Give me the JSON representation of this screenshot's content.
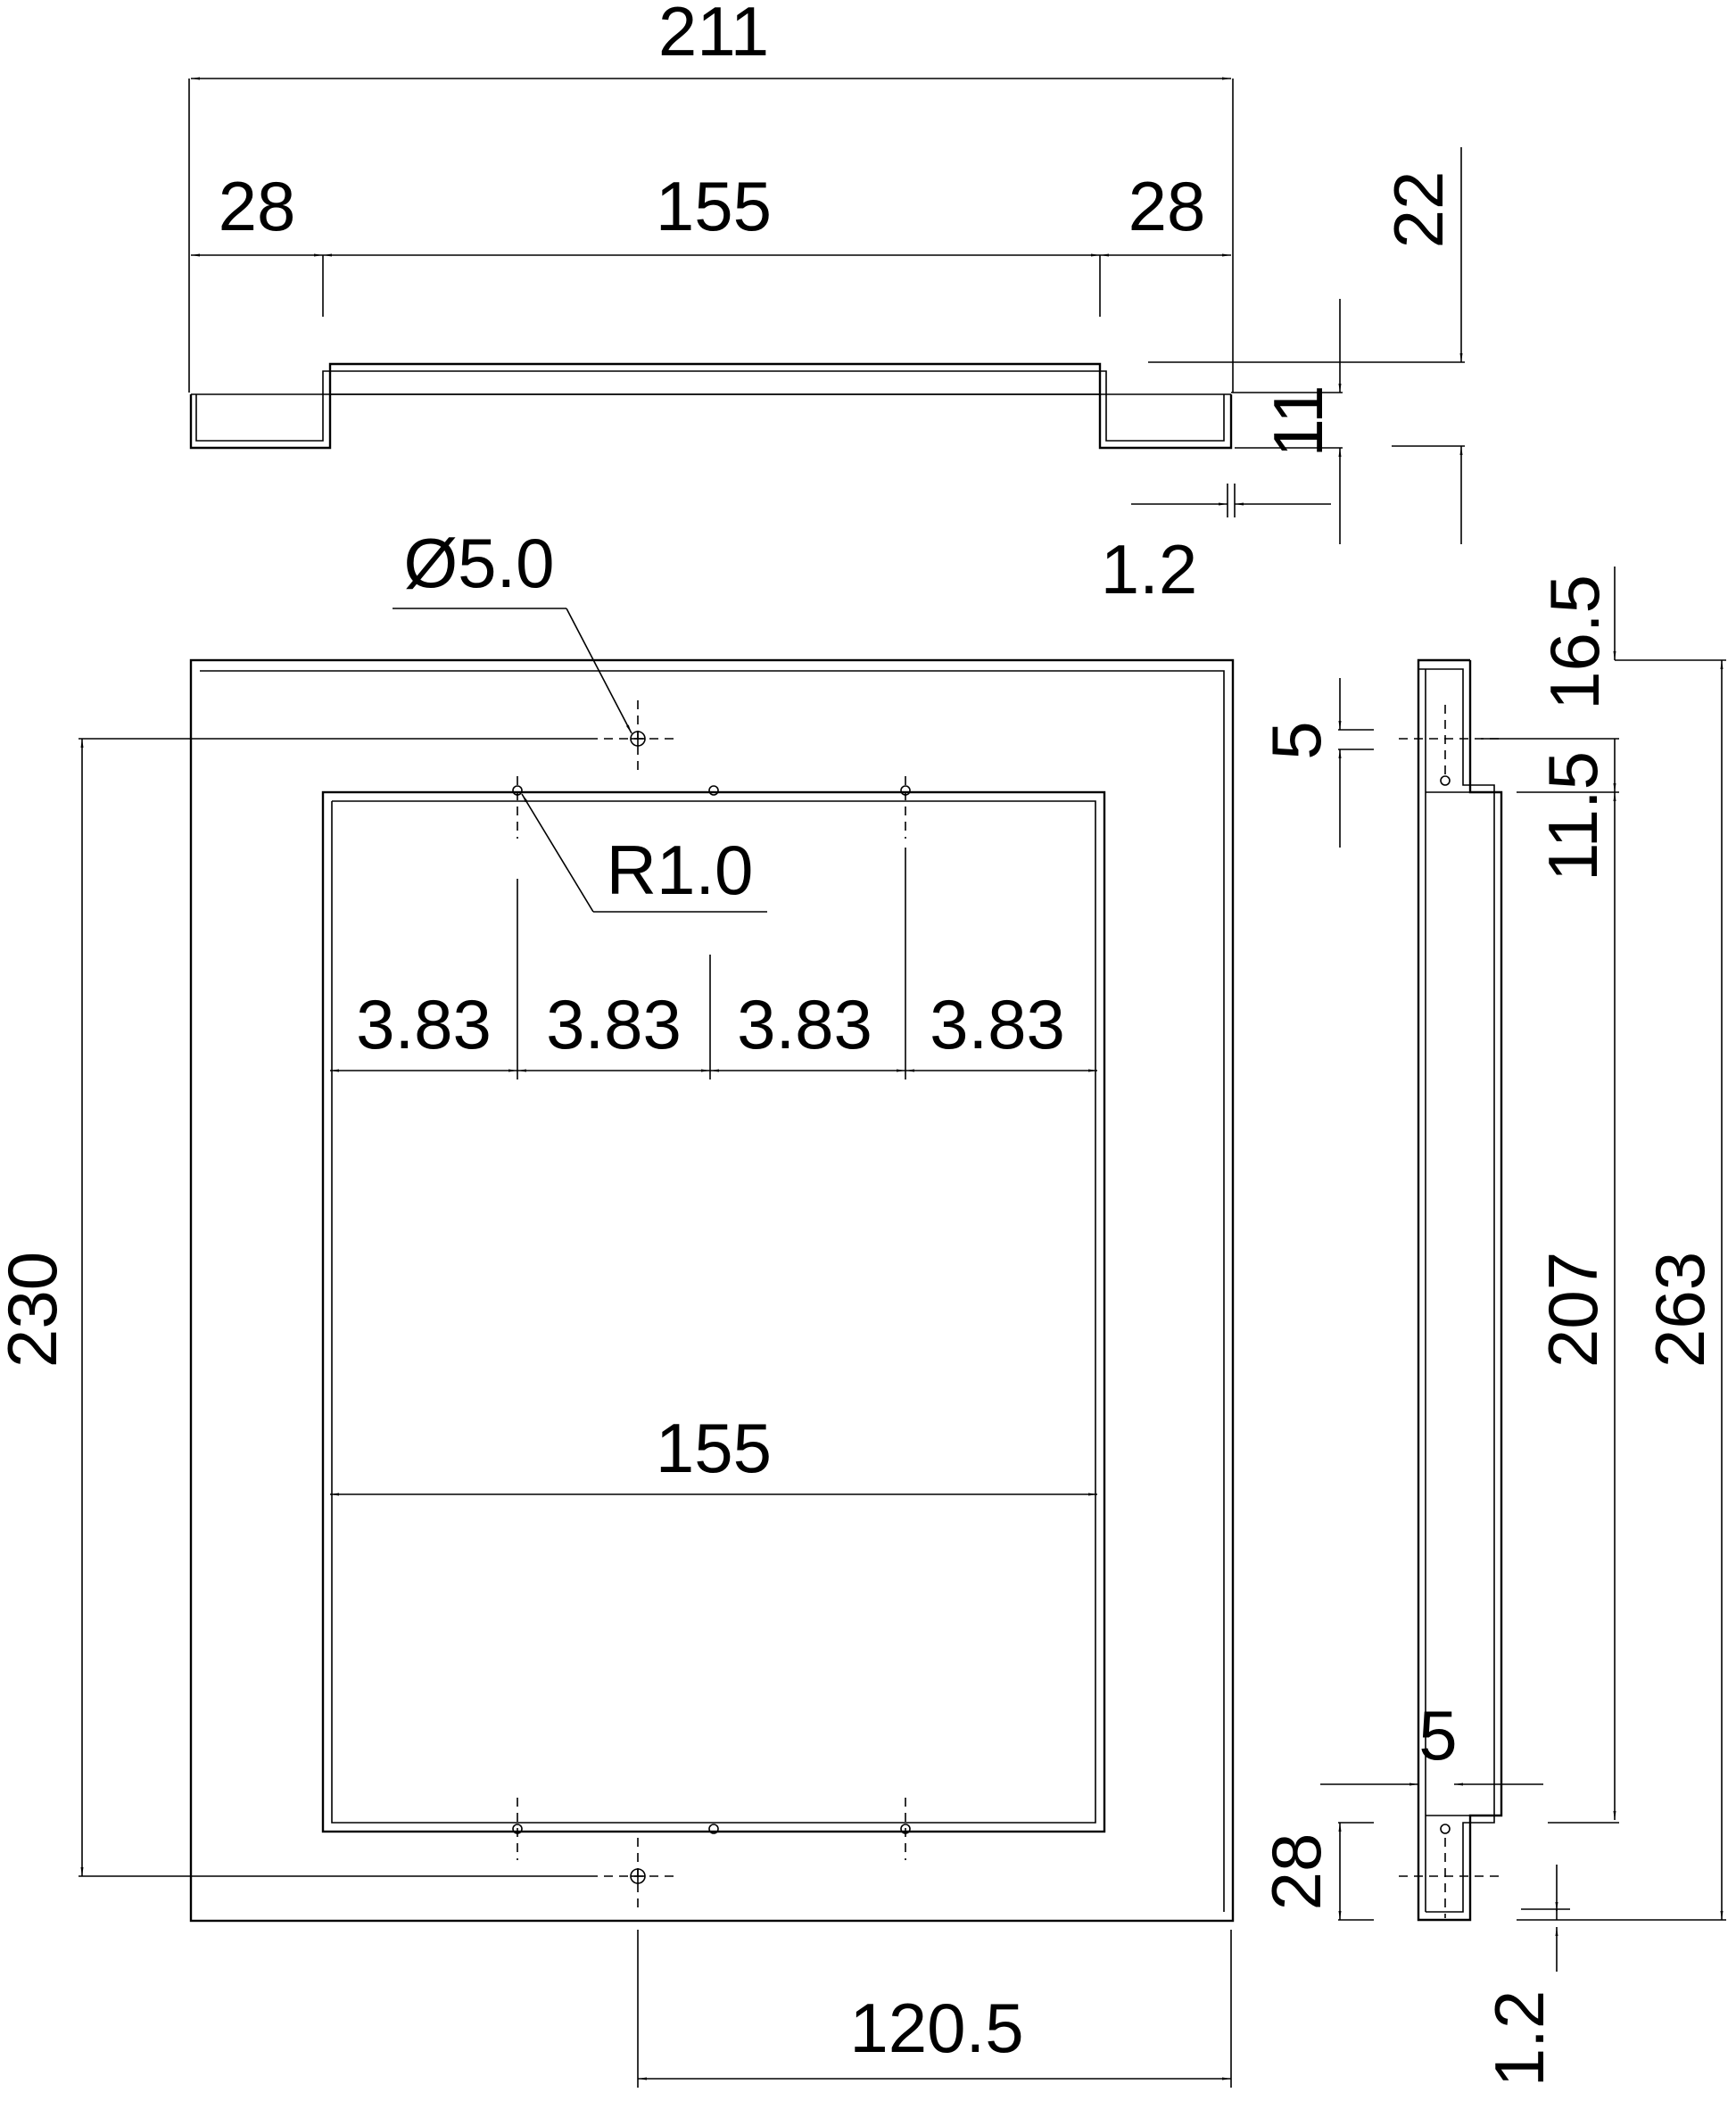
{
  "dimensions": {
    "top_width": "211",
    "top_left": "28",
    "top_center": "155",
    "top_right": "28",
    "top_height": "22",
    "top_depth": "11",
    "top_thickness": "1.2",
    "hole_dia": "Ø5.0",
    "corner_radius": "R1.0",
    "pitch_1": "3.83",
    "pitch_2": "3.83",
    "pitch_3": "3.83",
    "pitch_4": "3.83",
    "window_width": "155",
    "hole_spacing": "230",
    "half_width": "120.5",
    "side_top": "16.5",
    "side_hole": "5",
    "side_step": "11.5",
    "side_inner": "207",
    "side_total": "263",
    "side_wall": "5",
    "side_bottom": "28",
    "side_thickness": "1.2"
  }
}
